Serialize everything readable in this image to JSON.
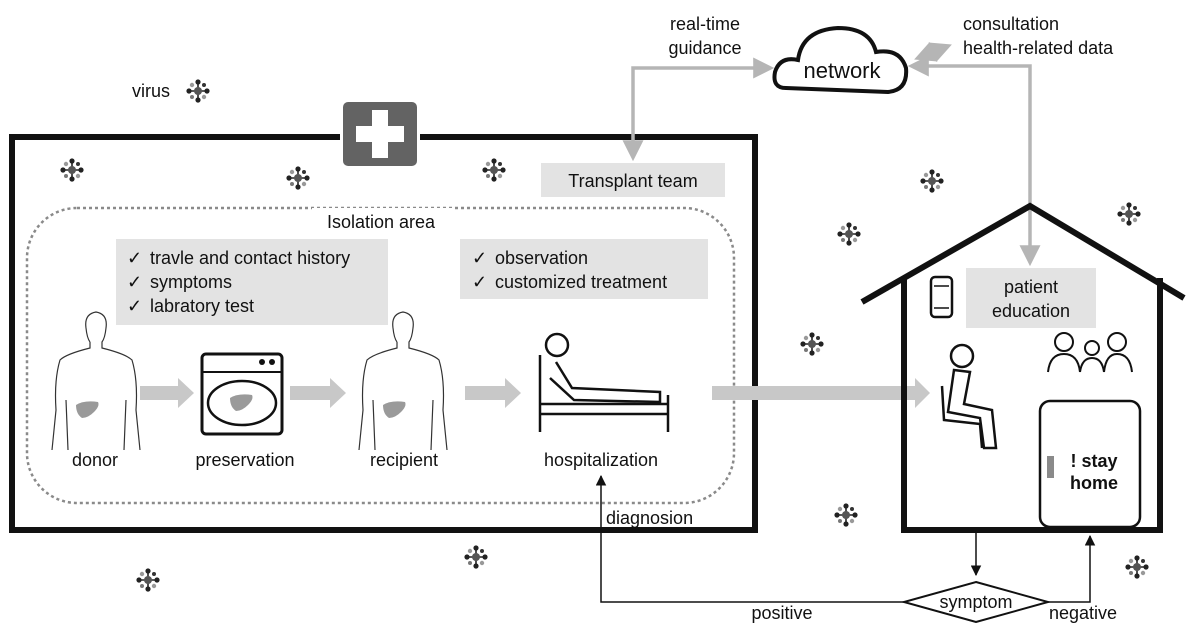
{
  "legend": {
    "virus": "virus"
  },
  "cloud": {
    "label": "network"
  },
  "labels": {
    "realtime_line1": "real-time",
    "realtime_line2": "guidance",
    "consult_line1": "consultation",
    "consult_line2": "health-related data",
    "transplant_team": "Transplant team",
    "isolation_area": "Isolation area",
    "diagnosis": "diagnosion",
    "positive": "positive",
    "negative": "negative",
    "symptom": "symptom",
    "patient_edu_line1": "patient",
    "patient_edu_line2": "education",
    "stay_home_line1": "! stay",
    "stay_home_line2": "home"
  },
  "checklist_left": [
    "travle and contact history",
    "symptoms",
    "labratory test"
  ],
  "checklist_right": [
    "observation",
    "customized treatment"
  ],
  "check_mark": "✓",
  "stages": [
    "donor",
    "preservation",
    "recipient",
    "hospitalization"
  ],
  "colors": {
    "line": "#111111",
    "arrow_gray": "#b5b5b5",
    "box_gray": "#e3e3e3",
    "organ": "#9a9a9a",
    "hospital_icon": "#636363"
  }
}
